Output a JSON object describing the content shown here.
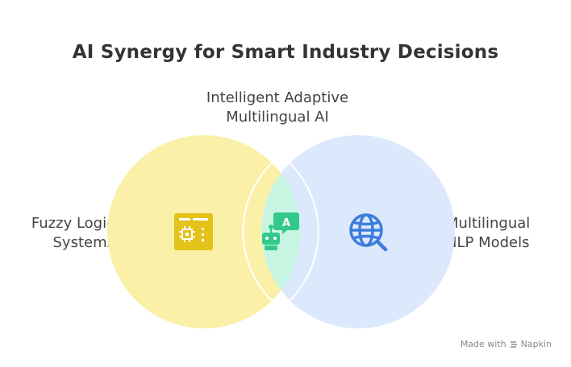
{
  "title": "AI Synergy for Smart Industry Decisions",
  "labels": {
    "top_line1": "Intelligent Adaptive",
    "top_line2": "Multilingual AI",
    "left_line1": "Fuzzy Logic",
    "left_line2": "Systems",
    "right_line1": "Multilingual",
    "right_line2": "NLP Models"
  },
  "icons": {
    "left": "chip-panel-icon",
    "center": "robot-chat-icon",
    "right": "globe-search-icon"
  },
  "colors": {
    "left_circle": "#fbf0a8",
    "right_circle": "#dce8fb",
    "overlap": "#c8f5e2",
    "left_icon": "#e3c21a",
    "center_icon": "#33c98a",
    "right_icon": "#3b7ddc"
  },
  "footer": {
    "made_with": "Made with",
    "brand": "Napkin"
  }
}
